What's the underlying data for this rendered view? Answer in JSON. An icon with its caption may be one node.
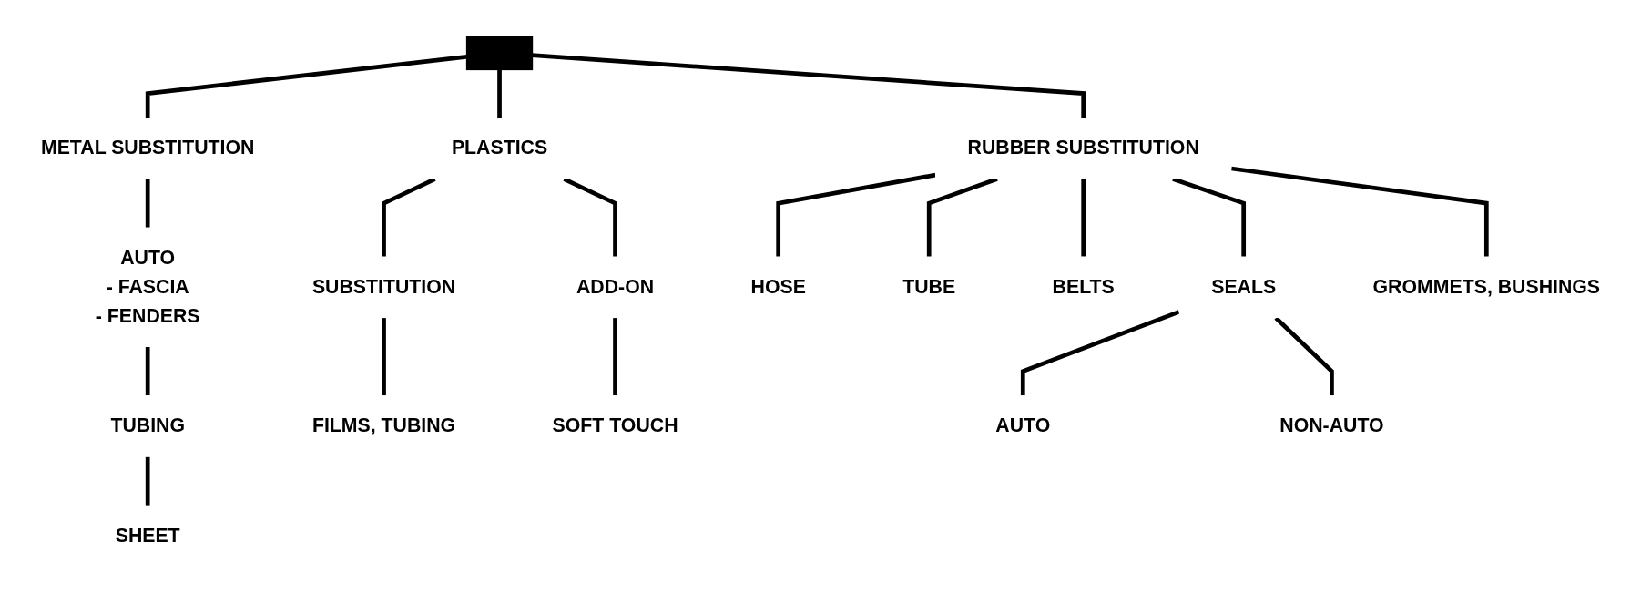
{
  "diagram": {
    "nodes": [
      {
        "text": [],
        "shape": "bar"
      },
      {
        "text": [
          "METAL SUBSTITUTION"
        ]
      },
      {
        "text": [
          "PLASTICS"
        ]
      },
      {
        "text": [
          "RUBBER SUBSTITUTION"
        ]
      },
      {
        "text": [
          "AUTO",
          "- FASCIA",
          "- FENDERS"
        ]
      },
      {
        "text": [
          "TUBING"
        ]
      },
      {
        "text": [
          "SHEET"
        ]
      },
      {
        "text": [
          "SUBSTITUTION"
        ]
      },
      {
        "text": [
          "ADD-ON"
        ]
      },
      {
        "text": [
          "FILMS, TUBING"
        ]
      },
      {
        "text": [
          "SOFT TOUCH"
        ]
      },
      {
        "text": [
          "HOSE"
        ]
      },
      {
        "text": [
          "TUBE"
        ]
      },
      {
        "text": [
          "BELTS"
        ]
      },
      {
        "text": [
          "SEALS"
        ]
      },
      {
        "text": [
          "GROMMETS, BUSHINGS"
        ]
      },
      {
        "text": [
          "AUTO"
        ]
      },
      {
        "text": [
          "NON-AUTO"
        ]
      }
    ],
    "edges": [
      {
        "from": 0,
        "to": 1,
        "arrow": "none"
      },
      {
        "from": 0,
        "to": 2,
        "arrow": "none"
      },
      {
        "from": 0,
        "to": 3,
        "arrow": "none"
      },
      {
        "from": 1,
        "to": 4,
        "arrow": "none"
      },
      {
        "from": 4,
        "to": 5,
        "arrow": "none"
      },
      {
        "from": 5,
        "to": 6,
        "arrow": "none"
      },
      {
        "from": 2,
        "to": 7,
        "arrow": "none"
      },
      {
        "from": 2,
        "to": 8,
        "arrow": "none"
      },
      {
        "from": 7,
        "to": 9,
        "arrow": "none"
      },
      {
        "from": 8,
        "to": 10,
        "arrow": "none"
      },
      {
        "from": 3,
        "to": 11,
        "arrow": "none"
      },
      {
        "from": 3,
        "to": 12,
        "arrow": "none"
      },
      {
        "from": 3,
        "to": 13,
        "arrow": "none"
      },
      {
        "from": 3,
        "to": 14,
        "arrow": "none"
      },
      {
        "from": 3,
        "to": 15,
        "arrow": "none"
      },
      {
        "from": 14,
        "to": 16,
        "arrow": "none"
      },
      {
        "from": 14,
        "to": 17,
        "arrow": "none"
      }
    ]
  }
}
